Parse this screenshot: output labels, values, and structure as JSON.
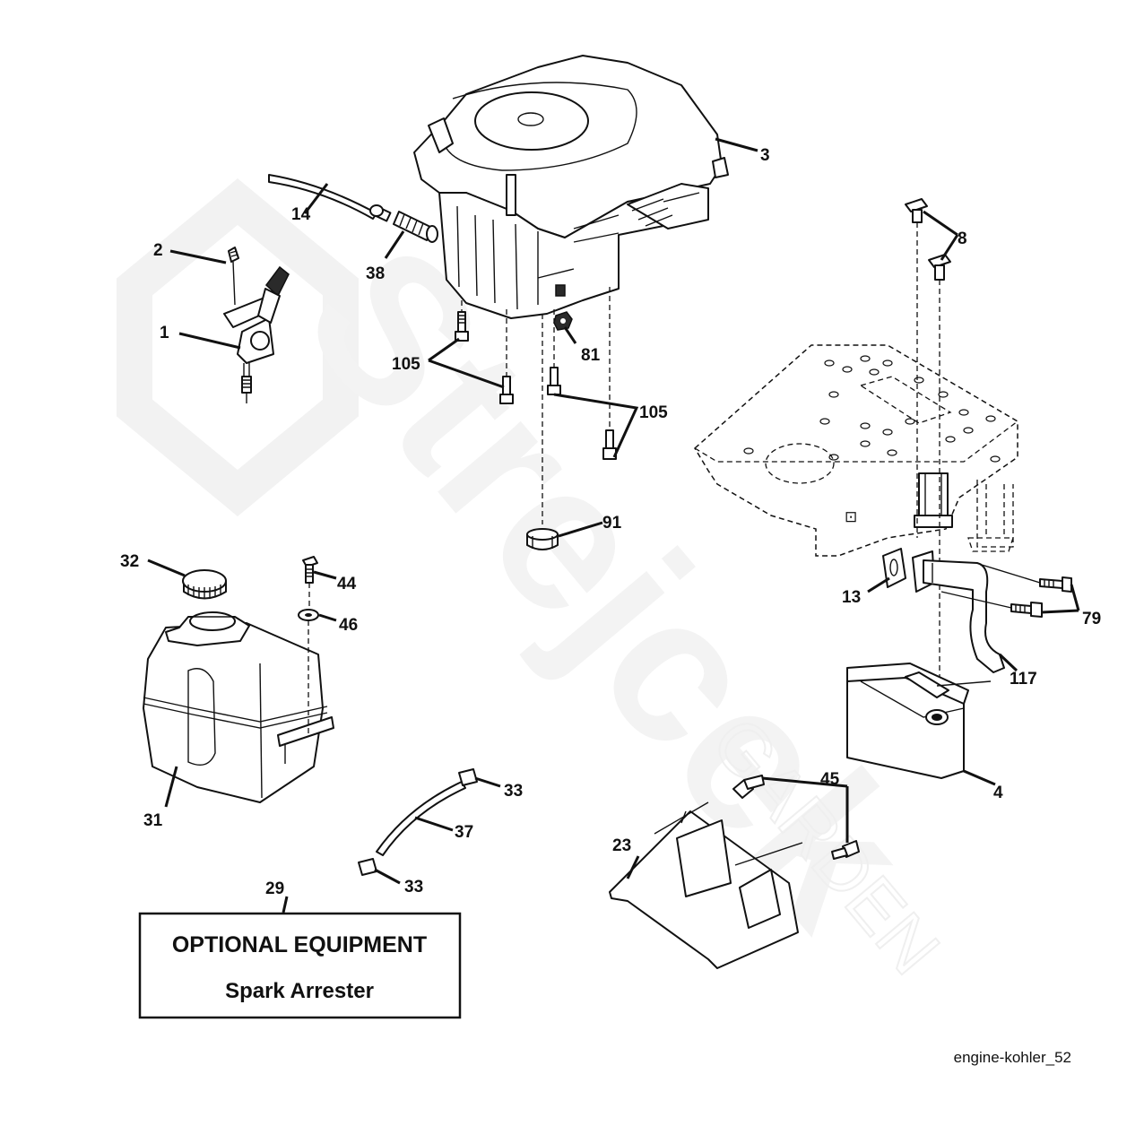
{
  "watermark": {
    "brand": "Strejcek",
    "sub": "GARDEN"
  },
  "callouts": {
    "c1": "1",
    "c2": "2",
    "c3": "3",
    "c4": "4",
    "c8": "8",
    "c13": "13",
    "c14": "14",
    "c23": "23",
    "c29": "29",
    "c31": "31",
    "c32": "32",
    "c33a": "33",
    "c33b": "33",
    "c37": "37",
    "c38": "38",
    "c44": "44",
    "c45": "45",
    "c46": "46",
    "c79": "79",
    "c81": "81",
    "c91": "91",
    "c105a": "105",
    "c105b": "105",
    "c117": "117"
  },
  "optional_box": {
    "title": "OPTIONAL EQUIPMENT",
    "subtitle": "Spark Arrester"
  },
  "diagram_ref": "engine-kohler_52"
}
